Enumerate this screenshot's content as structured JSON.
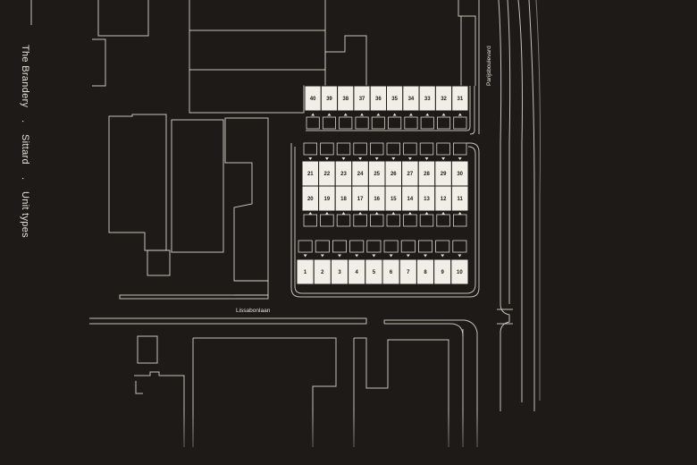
{
  "title": {
    "parts": [
      "The Brandery",
      ".",
      "Sittard",
      ".",
      "Unit types"
    ]
  },
  "streets": {
    "horizontal": "Lissabonlaan",
    "vertical": "Parijsboulevard"
  },
  "units": {
    "row_top": [
      "40",
      "39",
      "38",
      "37",
      "36",
      "35",
      "34",
      "33",
      "32",
      "31"
    ],
    "row_mid_upper": [
      "21",
      "22",
      "23",
      "24",
      "25",
      "26",
      "27",
      "28",
      "29",
      "30"
    ],
    "row_mid_lower": [
      "20",
      "19",
      "18",
      "17",
      "16",
      "15",
      "14",
      "13",
      "12",
      "11"
    ],
    "row_bottom": [
      "1",
      "2",
      "3",
      "4",
      "5",
      "6",
      "7",
      "8",
      "9",
      "10"
    ]
  },
  "colors": {
    "background": "#1d1a17",
    "lines": "#d8d4cc",
    "unit_fill": "#f1eee8",
    "text": "#e6e2da"
  }
}
